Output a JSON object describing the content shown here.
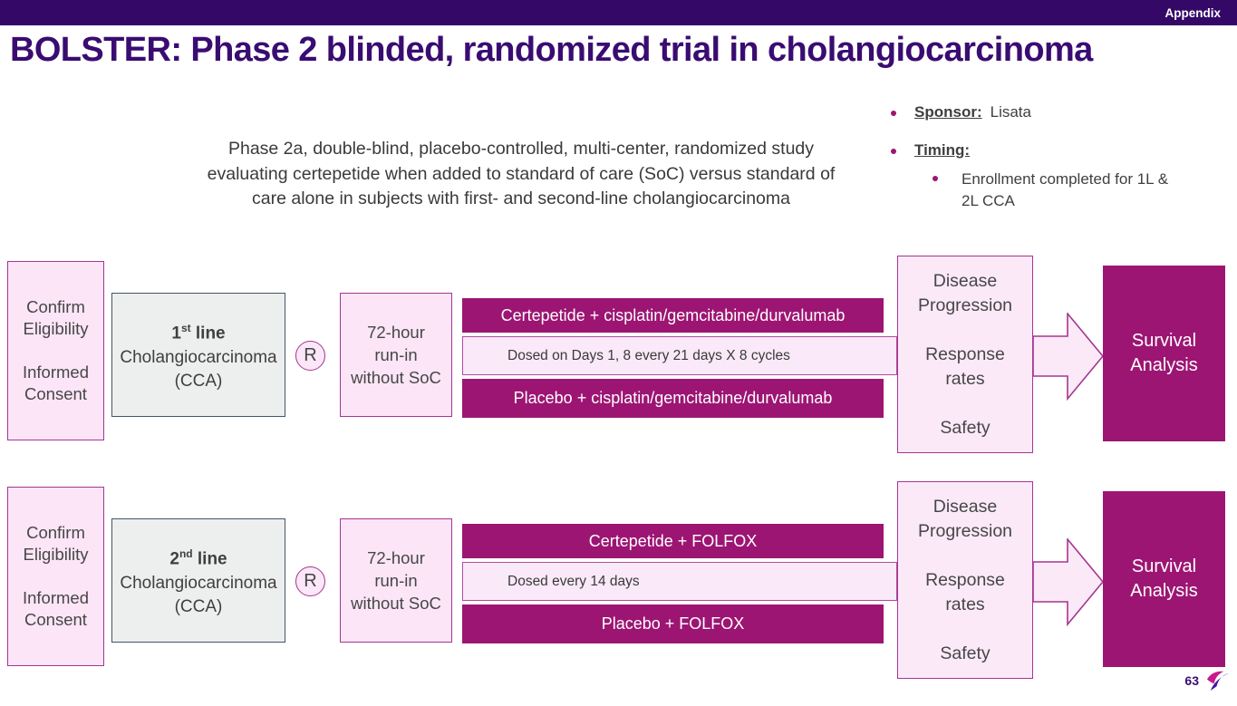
{
  "topbar": {
    "label": "Appendix"
  },
  "title": "BOLSTER: Phase 2 blinded, randomized trial in cholangiocarcinoma",
  "description": "Phase 2a, double-blind, placebo-controlled, multi-center, randomized study\nevaluating certepetide when added to standard of care (SoC) versus standard of\ncare alone in subjects with first- and second-line cholangiocarcinoma",
  "info": {
    "sponsor_label": "Sponsor:",
    "sponsor_value": "Lisata",
    "timing_label": "Timing:",
    "timing_detail": "Enrollment completed for 1L & 2L CCA"
  },
  "rows": {
    "first": {
      "eligibility": "Confirm\nEligibility\n\nInformed\nConsent",
      "population": {
        "ordinal": "1",
        "sup": "st",
        "line_word": " line",
        "name": "Cholangiocarcinoma",
        "abbr": "(CCA)"
      },
      "randomization": "R",
      "runin": "72-hour\nrun-in\nwithout SoC",
      "arm_top": "Certepetide + cisplatin/gemcitabine/durvalumab",
      "dosing": "Dosed on Days 1, 8 every 21 days X 8 cycles",
      "arm_bottom": "Placebo + cisplatin/gemcitabine/durvalumab",
      "outcomes": "Disease\nProgression\n\nResponse\nrates\n\nSafety",
      "endpoint": "Survival\nAnalysis"
    },
    "second": {
      "eligibility": "Confirm\nEligibility\n\nInformed\nConsent",
      "population": {
        "ordinal": "2",
        "sup": "nd",
        "line_word": " line",
        "name": "Cholangiocarcinoma",
        "abbr": "(CCA)"
      },
      "randomization": "R",
      "runin": "72-hour\nrun-in\nwithout SoC",
      "arm_top": "Certepetide + FOLFOX",
      "dosing": "Dosed every 14 days",
      "arm_bottom": "Placebo + FOLFOX",
      "outcomes": "Disease\nProgression\n\nResponse\nrates\n\nSafety",
      "endpoint": "Survival\nAnalysis"
    }
  },
  "footer": {
    "page_number": "63"
  },
  "colors": {
    "topbar_purple": "#340867",
    "title_purple": "#3a0c72",
    "magenta": "#9d1573",
    "light_pink_fill": "#fbe5f7",
    "pink_border": "#a5368f",
    "gray_fill": "#edefee",
    "gray_border": "#44546a",
    "logo_magenta": "#c91a8d",
    "logo_indigo": "#3e16a5"
  }
}
